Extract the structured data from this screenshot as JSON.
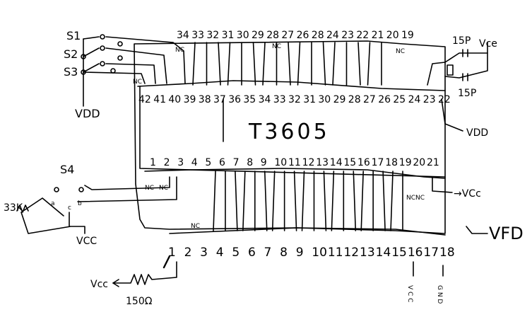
{
  "chip": {
    "name": "T3605"
  },
  "switches": {
    "s1": "S1",
    "s2": "S2",
    "s3": "S3",
    "s4": "S4"
  },
  "power": {
    "vdd_left": "VDD",
    "vdd_right": "VDD",
    "vcc_top": "Vce",
    "vcc_right": "→VCc",
    "vcc_s4": "VCC",
    "vcc_bottom": "Vcc",
    "vcc_pin17": "V C C",
    "gnd_pin18": "G N D"
  },
  "components": {
    "cap_top": "15P",
    "cap_bottom": "15P",
    "res_s4": "33K",
    "res_pin1": "150Ω"
  },
  "display": {
    "label": "VFD"
  },
  "nc": {
    "label": "NC",
    "top_left": "NC",
    "top_mid": "NC",
    "top_right": "NC",
    "inner_left": "NC",
    "bottom": "NC",
    "pins_19_20": "NCNC",
    "pin1_2": [
      "NC",
      "NC"
    ]
  },
  "pins": {
    "vfd_top": [
      "34",
      "33",
      "32",
      "31",
      "30",
      "29",
      "28",
      "27",
      "26",
      "28",
      "24",
      "23",
      "22",
      "21",
      "20",
      "19"
    ],
    "chip_top": [
      "42",
      "41",
      "40",
      "39",
      "38",
      "37",
      "36",
      "35",
      "34",
      "33",
      "32",
      "31",
      "30",
      "29",
      "28",
      "27",
      "26",
      "25",
      "24",
      "23",
      "22"
    ],
    "chip_bottom": [
      "1",
      "2",
      "3",
      "4",
      "5",
      "6",
      "7",
      "8",
      "9",
      "10",
      "11",
      "12",
      "13",
      "14",
      "15",
      "16",
      "17",
      "18",
      "19",
      "20",
      "21"
    ],
    "vfd_bottom": [
      "1",
      "2",
      "3",
      "4",
      "5",
      "6",
      "7",
      "8",
      "9",
      "10",
      "11",
      "12",
      "13",
      "14",
      "15",
      "16",
      "17",
      "18"
    ]
  },
  "switch_pins": [
    "a",
    "b",
    "c"
  ]
}
